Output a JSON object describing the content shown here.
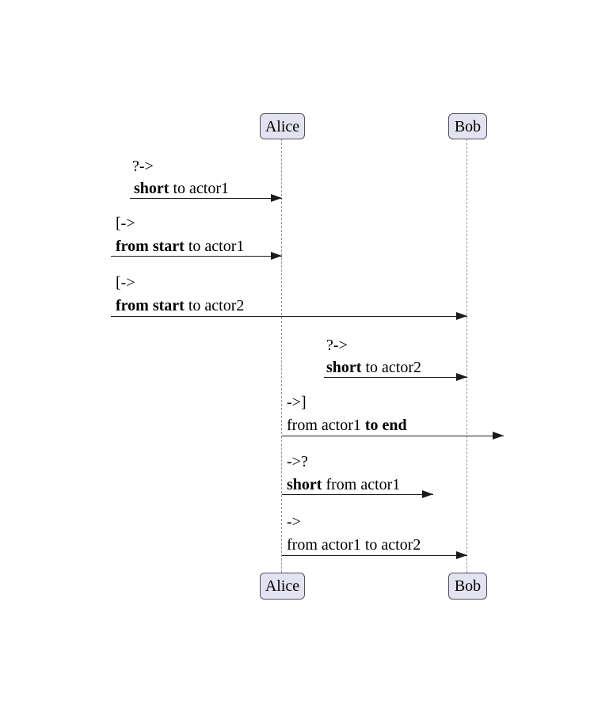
{
  "diagram": {
    "type": "sequence-diagram",
    "colors": {
      "participant_fill": "#E2E2F0",
      "participant_border": "#50505a",
      "lifeline": "#999999",
      "arrow": "#1b1b1b",
      "text": "#000000"
    },
    "participants": [
      {
        "id": "actor1",
        "label": "Alice"
      },
      {
        "id": "actor2",
        "label": "Bob"
      }
    ],
    "messages": [
      {
        "op": "?->",
        "segments": [
          {
            "text": "short",
            "bold": true
          },
          {
            "text": " to actor1",
            "bold": false
          }
        ]
      },
      {
        "op": "[->",
        "segments": [
          {
            "text": "from start",
            "bold": true
          },
          {
            "text": " to actor1",
            "bold": false
          }
        ]
      },
      {
        "op": "[->",
        "segments": [
          {
            "text": "from start",
            "bold": true
          },
          {
            "text": " to actor2",
            "bold": false
          }
        ]
      },
      {
        "op": "?->",
        "segments": [
          {
            "text": "short",
            "bold": true
          },
          {
            "text": " to actor2",
            "bold": false
          }
        ]
      },
      {
        "op": "->]",
        "segments": [
          {
            "text": "from actor1 ",
            "bold": false
          },
          {
            "text": "to end",
            "bold": true
          }
        ]
      },
      {
        "op": "->?",
        "segments": [
          {
            "text": "short",
            "bold": true
          },
          {
            "text": " from actor1",
            "bold": false
          }
        ]
      },
      {
        "op": "->",
        "segments": [
          {
            "text": "from actor1 to actor2",
            "bold": false
          }
        ]
      }
    ]
  }
}
